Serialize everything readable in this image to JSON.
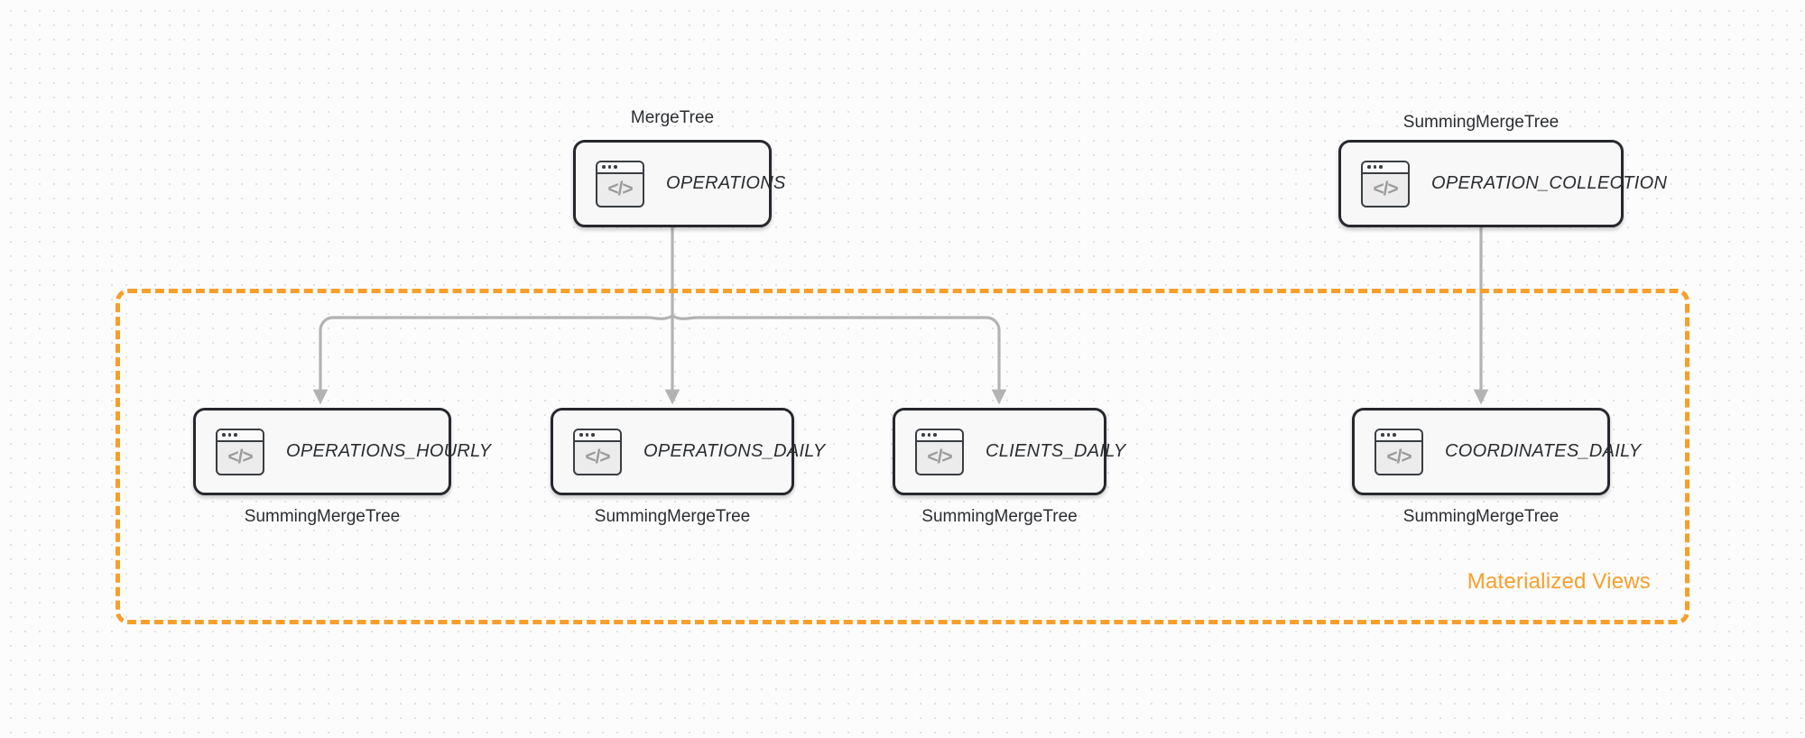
{
  "diagram": {
    "group": {
      "label": "Materialized Views",
      "accent_color": "#f79f2b",
      "style": "dashed"
    },
    "sources": [
      {
        "id": "operations",
        "name": "OPERATIONS",
        "engine": "MergeTree",
        "engine_position": "above",
        "icon": "code-window-icon"
      },
      {
        "id": "operation_collection",
        "name": "OPERATION_COLLECTION",
        "engine": "SummingMergeTree",
        "engine_position": "above",
        "icon": "code-window-icon"
      }
    ],
    "views": [
      {
        "id": "operations_hourly",
        "name": "OPERATIONS_HOURLY",
        "engine": "SummingMergeTree",
        "engine_position": "below",
        "icon": "code-window-icon",
        "parent": "operations"
      },
      {
        "id": "operations_daily",
        "name": "OPERATIONS_DAILY",
        "engine": "SummingMergeTree",
        "engine_position": "below",
        "icon": "code-window-icon",
        "parent": "operations"
      },
      {
        "id": "clients_daily",
        "name": "CLIENTS_DAILY",
        "engine": "SummingMergeTree",
        "engine_position": "below",
        "icon": "code-window-icon",
        "parent": "operations"
      },
      {
        "id": "coordinates_daily",
        "name": "COORDINATES_DAILY",
        "engine": "SummingMergeTree",
        "engine_position": "below",
        "icon": "code-window-icon",
        "parent": "operation_collection"
      }
    ],
    "icon_glyph": "</>",
    "edge_color": "#b3b3b3",
    "node_border_color": "#26282d",
    "node_fill_color": "#f7f8f7"
  }
}
